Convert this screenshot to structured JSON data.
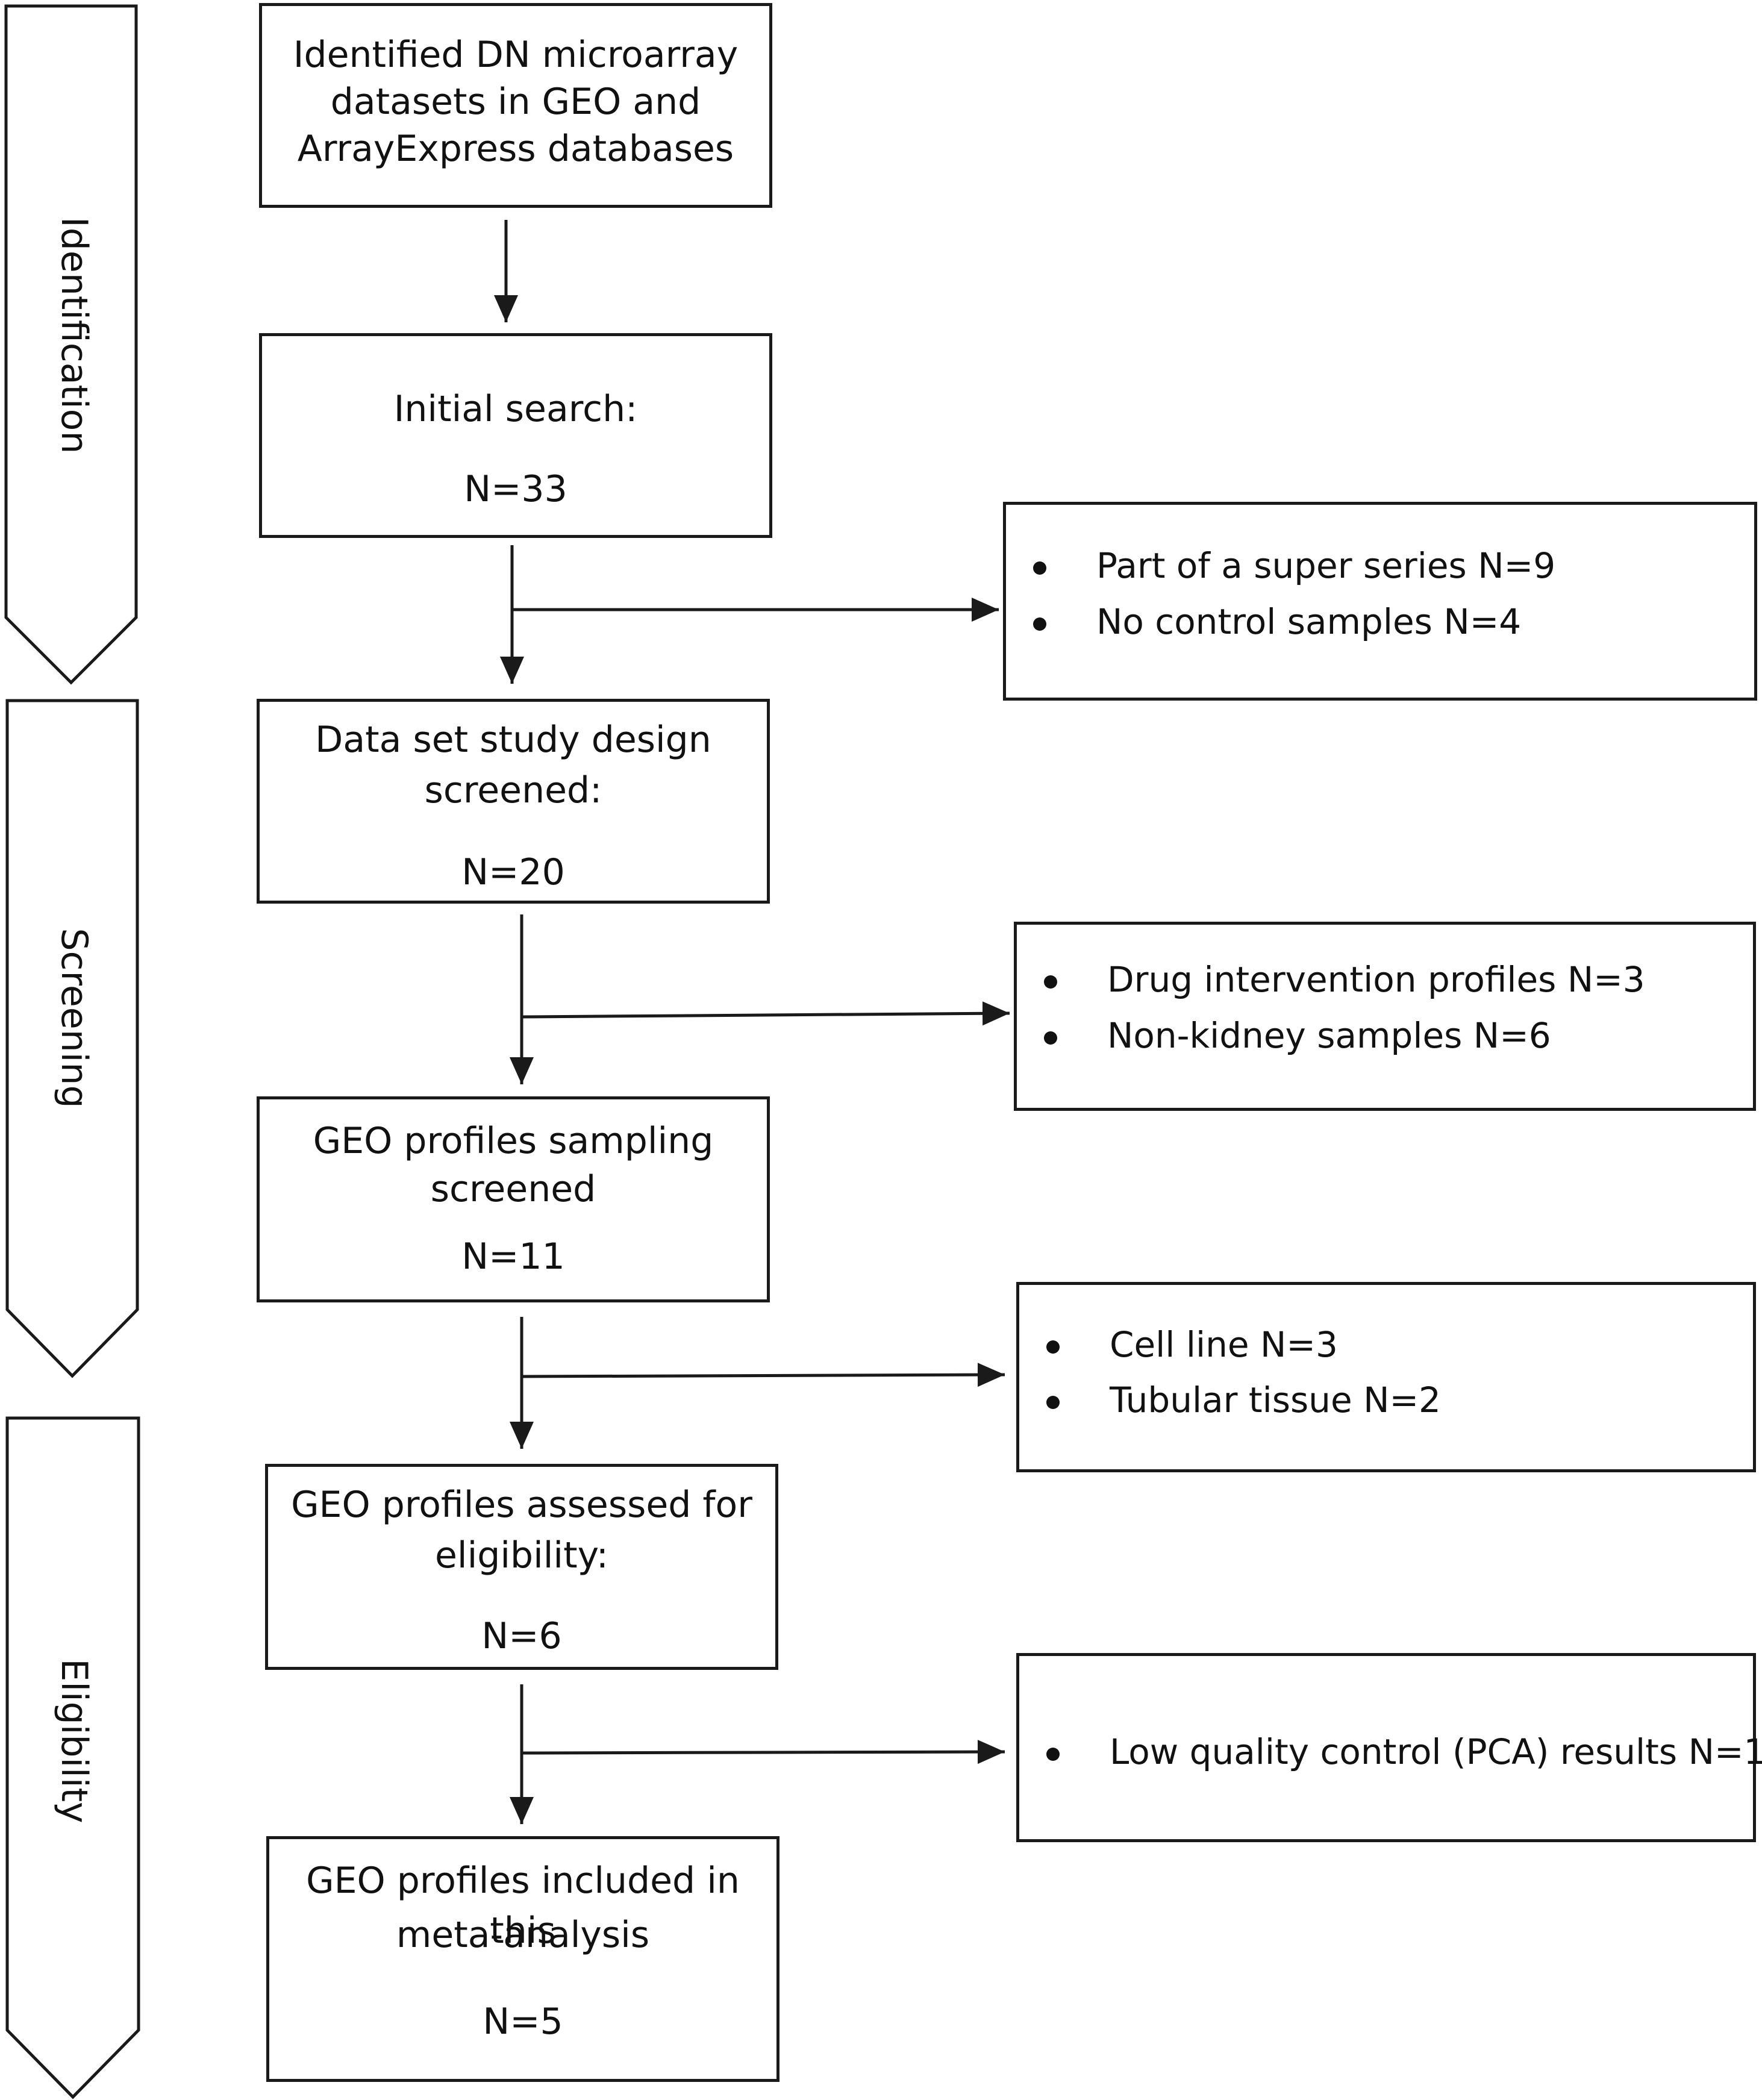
{
  "stages": [
    {
      "label": "Identification"
    },
    {
      "label": "Screening"
    },
    {
      "label": "Eligibility"
    }
  ],
  "boxes": [
    {
      "lines": [
        "Identified DN microarray",
        "datasets in GEO and",
        "ArrayExpress databases"
      ],
      "n": ""
    },
    {
      "lines": [
        "Initial search:"
      ],
      "n": "N=33"
    },
    {
      "lines": [
        "Data set study design",
        "screened:"
      ],
      "n": "N=20"
    },
    {
      "lines": [
        "GEO profiles sampling",
        "screened"
      ],
      "n": "N=11"
    },
    {
      "lines": [
        "GEO profiles assessed for",
        "eligibility:"
      ],
      "n": "N=6"
    },
    {
      "lines": [
        "GEO profiles included in this",
        "meta-analysis"
      ],
      "n": "N=5"
    }
  ],
  "exclusions": [
    {
      "items": [
        "Part of a super series N=9",
        "No control samples N=4"
      ]
    },
    {
      "items": [
        "Drug intervention profiles N=3",
        "Non-kidney samples N=6"
      ]
    },
    {
      "items": [
        "Cell line N=3",
        "Tubular tissue N=2"
      ]
    },
    {
      "items": [
        "Low quality control (PCA) results N=1"
      ]
    }
  ]
}
